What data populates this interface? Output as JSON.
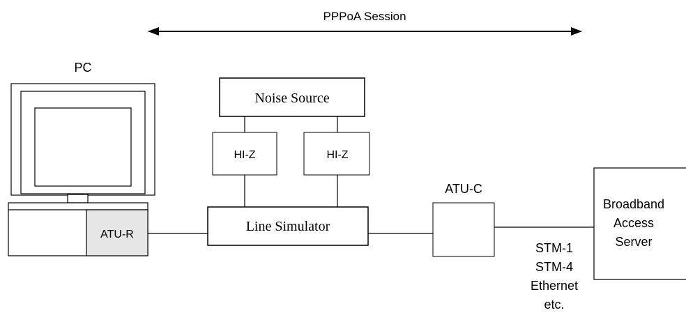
{
  "session": {
    "label": "PPPoA Session"
  },
  "pc": {
    "label": "PC"
  },
  "noise_source": {
    "label": "Noise Source"
  },
  "hiz_left": {
    "label": "HI-Z"
  },
  "hiz_right": {
    "label": "HI-Z"
  },
  "line_simulator": {
    "label": "Line Simulator"
  },
  "atu_r": {
    "label": "ATU-R"
  },
  "atu_c": {
    "label": "ATU-C"
  },
  "bas": {
    "lines": [
      "Broadband",
      "Access",
      "Server"
    ]
  },
  "link": {
    "lines": [
      "STM-1",
      "STM-4",
      "Ethernet",
      "etc."
    ]
  },
  "colors": {
    "stroke": "#000000",
    "hiz_fill": "#ffffff",
    "atu_r_fill": "#e6e6e6"
  }
}
